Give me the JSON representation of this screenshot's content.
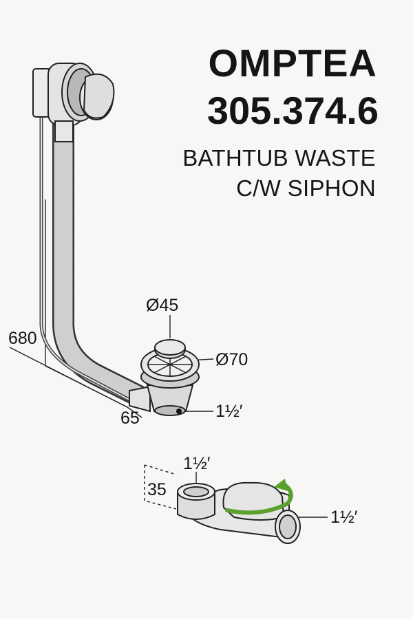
{
  "header": {
    "brand": "OMPTEA",
    "model": "305.374.6"
  },
  "description": {
    "line1": "BATHTUB WASTE",
    "line2": "C/W SIPHON"
  },
  "dimensions": {
    "height": "680",
    "depth": "65",
    "cover_diameter": "Ø45",
    "flange_diameter": "Ø70",
    "outlet_thread": "1½′",
    "siphon_inlet": "1½′",
    "siphon_height": "35",
    "siphon_outlet": "1½′"
  },
  "colors": {
    "rotation_arrow": "#5aa02c"
  }
}
